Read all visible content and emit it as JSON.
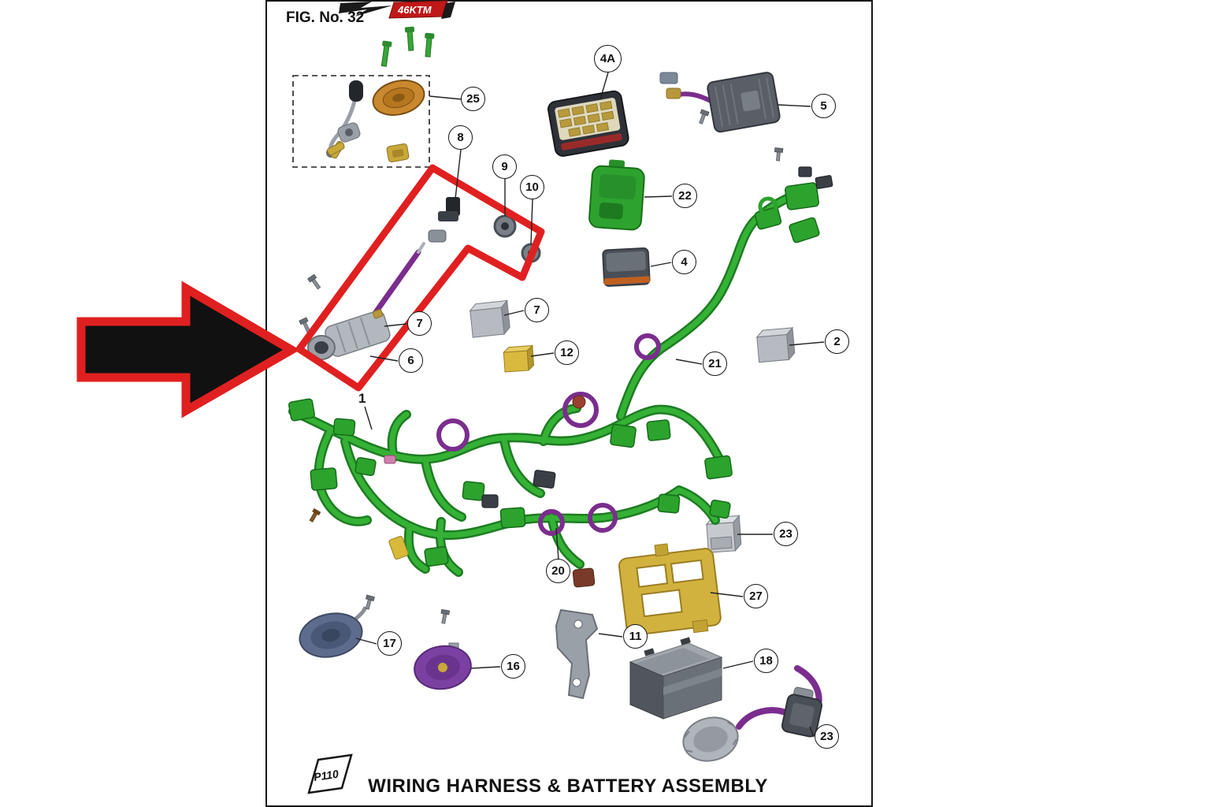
{
  "figure": {
    "fig_no": "FIG. No. 32",
    "title": "WIRING HARNESS & BATTERY ASSEMBLY",
    "page_code": "P110",
    "logo_text": "46KTM"
  },
  "harness_label": "1",
  "callouts": [
    {
      "label": "25"
    },
    {
      "label": "8"
    },
    {
      "label": "9"
    },
    {
      "label": "10"
    },
    {
      "label": "4A"
    },
    {
      "label": "5"
    },
    {
      "label": "22"
    },
    {
      "label": "4"
    },
    {
      "label": "7"
    },
    {
      "label": "7"
    },
    {
      "label": "6"
    },
    {
      "label": "12"
    },
    {
      "label": "21"
    },
    {
      "label": "2"
    },
    {
      "label": "23"
    },
    {
      "label": "27"
    },
    {
      "label": "20"
    },
    {
      "label": "17"
    },
    {
      "label": "16"
    },
    {
      "label": "11"
    },
    {
      "label": "18"
    },
    {
      "label": "23"
    }
  ],
  "colors": {
    "harness_green": "#2ea22e",
    "cable_purple": "#7b2d8e",
    "highlight_red": "#e02020",
    "arrow_fill": "#111111",
    "bracket_gold": "#d2b23e",
    "relay_yellow": "#d9ba3e",
    "fuel_cap_orange": "#c9882e",
    "horn_purple": "#7c40a2",
    "horn_blue": "#5d6c8c",
    "battery_gray": "#6a7077",
    "logo_red": "#c01818"
  }
}
